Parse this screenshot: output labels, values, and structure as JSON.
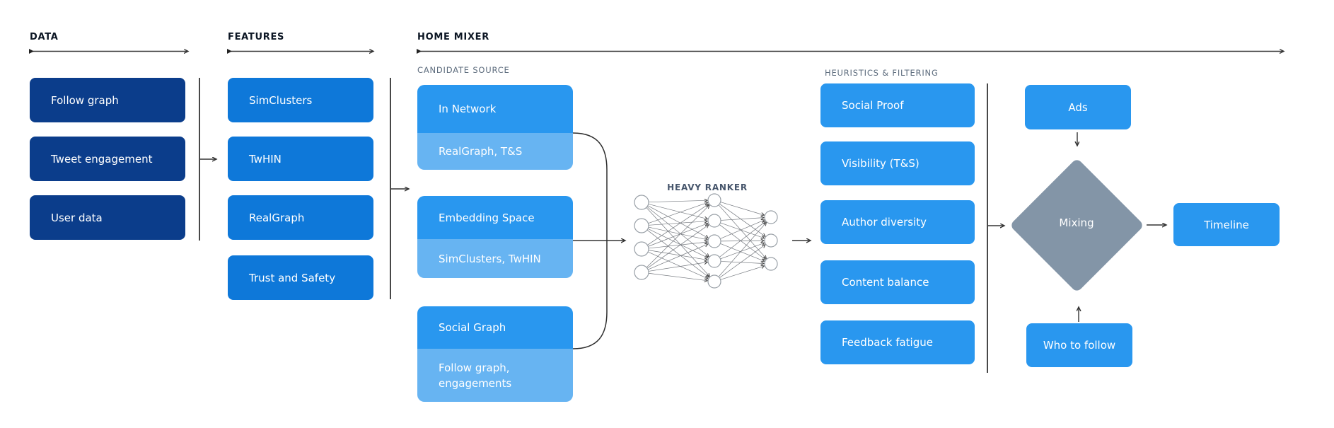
{
  "headings": {
    "data": "DATA",
    "features": "FEATURES",
    "home_mixer": "HOME MIXER",
    "candidate_source": "CANDIDATE SOURCE",
    "heavy_ranker": "HEAVY RANKER",
    "heuristics": "HEURISTICS & FILTERING"
  },
  "data_column": {
    "items": [
      "Follow graph",
      "Tweet engagement",
      "User data"
    ]
  },
  "features_column": {
    "items": [
      "SimClusters",
      "TwHIN",
      "RealGraph",
      "Trust and Safety"
    ]
  },
  "candidate_cards": [
    {
      "title": "In Network",
      "subtitle": "RealGraph, T&S"
    },
    {
      "title": "Embedding Space",
      "subtitle": "SimClusters, TwHIN"
    },
    {
      "title": "Social Graph",
      "subtitle": "Follow graph,\nengagements"
    }
  ],
  "heuristics_items": [
    "Social Proof",
    "Visibility (T&S)",
    "Author diversity",
    "Content balance",
    "Feedback fatigue"
  ],
  "mixing": {
    "ads": "Ads",
    "diamond": "Mixing",
    "who_to_follow": "Who to follow",
    "timeline": "Timeline"
  },
  "colors": {
    "data_box": "#0b3d8b",
    "feature_box": "#0e78d9",
    "candidate_top": "#2997ef",
    "candidate_bottom": "#67b4f2",
    "diamond": "#8395a7",
    "heading_text": "#0c1624",
    "subheading_text": "#5d6c7d",
    "arrow": "#333333"
  }
}
